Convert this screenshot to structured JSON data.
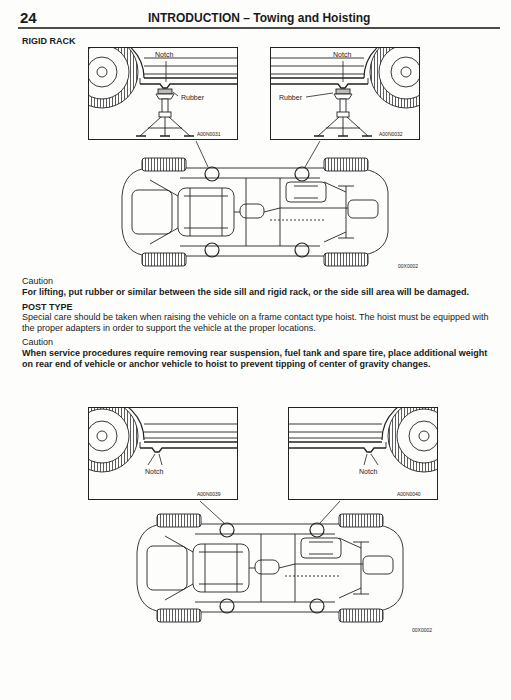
{
  "diagram": {
    "title": "INTRODUCTION – Towing and Hoisting",
    "nodes": [
      {
        "text": [
          "Notch",
          "Rubber",
          "A00N0031"
        ]
      },
      {
        "text": [
          "Notch",
          "Rubber",
          "A00N0032"
        ]
      },
      {
        "text": [
          "Notch",
          "A00N0039"
        ]
      },
      {
        "text": [
          "Notch",
          "A00N0040"
        ]
      }
    ],
    "labels": [
      "24",
      "RIGID RACK",
      "00X0002",
      "Caution",
      "For lifting, put rubber or similar between the side sill and rigid rack, or the side sill area will be damaged.",
      "POST TYPE",
      "Special care should be taken when raising the vehicle on a frame contact type hoist. The hoist must be equipped with the proper adapters in order to support the vehicle at the proper locations.",
      "Caution",
      "When service procedures require removing rear suspension, fuel tank and spare tire, place additional weight on rear end of vehicle or anchor vehicle to hoist to prevent tipping of center of gravity changes.",
      "00X0002"
    ]
  }
}
